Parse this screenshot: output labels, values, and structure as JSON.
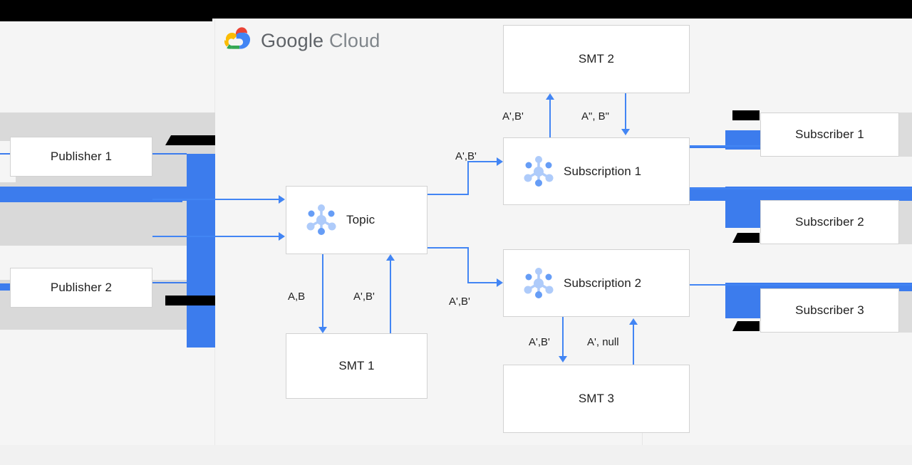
{
  "brand": {
    "name": "Google Cloud",
    "word_google": "Google",
    "word_cloud": "Cloud",
    "logo_icon": "google-cloud-logo-icon",
    "colors": {
      "red": "#ea4335",
      "blue": "#4285f4",
      "yellow": "#fbbc04",
      "green": "#34a853",
      "wordmark_grey": "#5f6368"
    }
  },
  "theme": {
    "canvas_bg": "#f5f5f5",
    "page_bg": "#f4f4f4",
    "node_bg": "#ffffff",
    "node_border": "#d2d2d2",
    "connector_blue": "#4285f4",
    "glitch_blue": "#3c7ced",
    "glitch_black": "#000000",
    "glitch_grey": "#d9d9d9",
    "text": "#1f1f1f"
  },
  "nodes": {
    "publisher_1": {
      "label": "Publisher 1",
      "icon": null
    },
    "publisher_2": {
      "label": "Publisher 2",
      "icon": null
    },
    "topic": {
      "label": "Topic",
      "icon": "pubsub-hub-icon"
    },
    "smt_1": {
      "label": "SMT 1",
      "icon": null
    },
    "smt_2": {
      "label": "SMT 2",
      "icon": null
    },
    "smt_3": {
      "label": "SMT 3",
      "icon": null
    },
    "subscription_1": {
      "label": "Subscription 1",
      "icon": "pubsub-hub-icon"
    },
    "subscription_2": {
      "label": "Subscription 2",
      "icon": "pubsub-hub-icon"
    },
    "subscriber_1": {
      "label": "Subscriber 1",
      "icon": null
    },
    "subscriber_2": {
      "label": "Subscriber 2",
      "icon": null
    },
    "subscriber_3": {
      "label": "Subscriber 3",
      "icon": null
    }
  },
  "edge_labels": {
    "topic_to_smt1": "A,B",
    "smt1_to_topic": "A',B'",
    "topic_to_sub1": "A',B'",
    "topic_to_sub2": "A',B'",
    "sub1_to_smt2": "A',B'",
    "smt2_to_sub1": "A\", B\"",
    "sub2_to_smt3": "A',B'",
    "smt3_to_sub2": "A', null"
  }
}
